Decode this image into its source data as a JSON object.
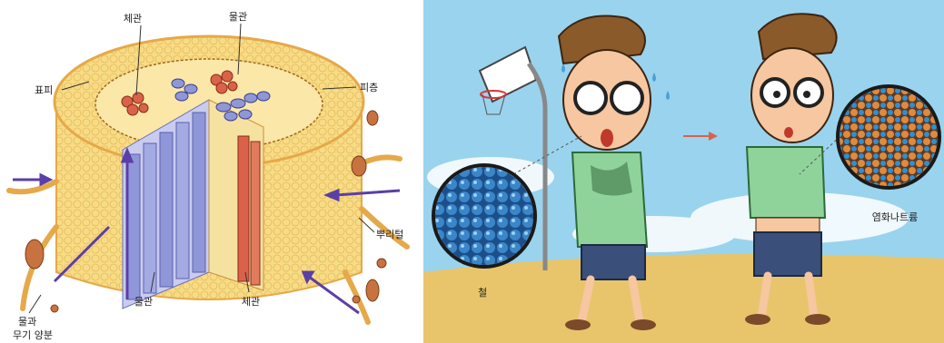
{
  "left_panel": {
    "labels": {
      "xylem_top": "체관",
      "water_tube_top": "물관",
      "epidermis": "표피",
      "cortex": "피층",
      "root_hair": "뿌리털",
      "water_tube_bottom": "물관",
      "phloem_bottom": "체관",
      "water_line1": "물과",
      "water_line2": "무기 양분"
    },
    "colors": {
      "cortex_fill": "#f7dc86",
      "xylem": "#8f97d8",
      "phloem": "#d9624a",
      "arrow": "#5b3fa6",
      "soil": "#c8733f"
    }
  },
  "right_panel": {
    "labels": {
      "iron": "철",
      "salt": "염화나트륨"
    },
    "colors": {
      "sky": "#9ad3ee",
      "ground": "#e8c56b",
      "shirt": "#8fd39a",
      "iron_ball": "#3a86c8",
      "sodium": "#e08a3a",
      "chloride": "#2f8fd0"
    }
  }
}
